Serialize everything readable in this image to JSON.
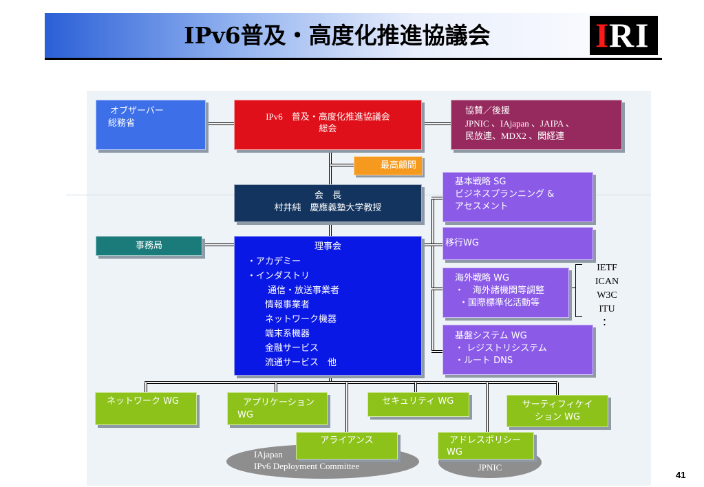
{
  "title": "IPv6普及・高度化推進協議会",
  "logo": {
    "letters": [
      "I",
      "R",
      "I"
    ]
  },
  "colors": {
    "blue_light": "#3d6fe8",
    "red": "#e0101a",
    "maroon": "#962a5e",
    "orange": "#f59a1e",
    "navy": "#13345e",
    "teal": "#1b7b7b",
    "blue": "#0a18e6",
    "violet": "#8b5be8",
    "lime": "#8cc21a",
    "gray": "#8e8e8e"
  },
  "diagram": {
    "observer": {
      "line1": "オブザーバー",
      "line2": "総務省"
    },
    "general": {
      "line1": "IPv6　普及・高度化推進協議会",
      "line2": "総会"
    },
    "sponsors": {
      "line1": "協賛／後援",
      "line2": "JPNIC 、IAjapan 、JAIPA 、",
      "line3": "民放連、MDX2 、関経連"
    },
    "advisor": "最高顧問",
    "chairman": {
      "line1": "会　長",
      "line2": "村井純　慶應義塾大学教授"
    },
    "secretariat": "事務局",
    "board": {
      "title": "理事会",
      "items": [
        "・アカデミー",
        "・インダストリ",
        "通信・放送事業者",
        "情報事業者",
        "ネットワーク機器",
        "端末系機器",
        "金融サービス",
        "流通サービス　他"
      ]
    },
    "sg_basic": {
      "line1": "基本戦略 SG",
      "line2": "ビジネスプランニング &",
      "line3": "アセスメント"
    },
    "wg_transition": "移行WG",
    "wg_overseas": {
      "line1": "海外戦略 WG",
      "line2": "・　海外諸機関等調整",
      "line3": "・国際標準化活動等"
    },
    "orgs": [
      "IETF",
      "ICAN",
      "W3C",
      "ITU",
      "："
    ],
    "wg_infra": {
      "line1": "基盤システム WG",
      "line2": "・ レジストリシステム",
      "line3": "・ルート DNS"
    },
    "wg_network": "ネットワーク WG",
    "wg_application": {
      "line1": "アプリケーション",
      "line2": "WG"
    },
    "wg_security": "セキュリティ WG",
    "wg_cert": {
      "line1": "サーティフィケイ",
      "line2": "ション WG"
    },
    "alliance": "アライアンス",
    "iajapan": {
      "line1": "IAjapan",
      "line2": "IPv6 Deployment Committee"
    },
    "wg_address": {
      "line1": "アドレスポリシー",
      "line2": "WG"
    },
    "jpnic": "JPNIC"
  },
  "page_number": "41"
}
